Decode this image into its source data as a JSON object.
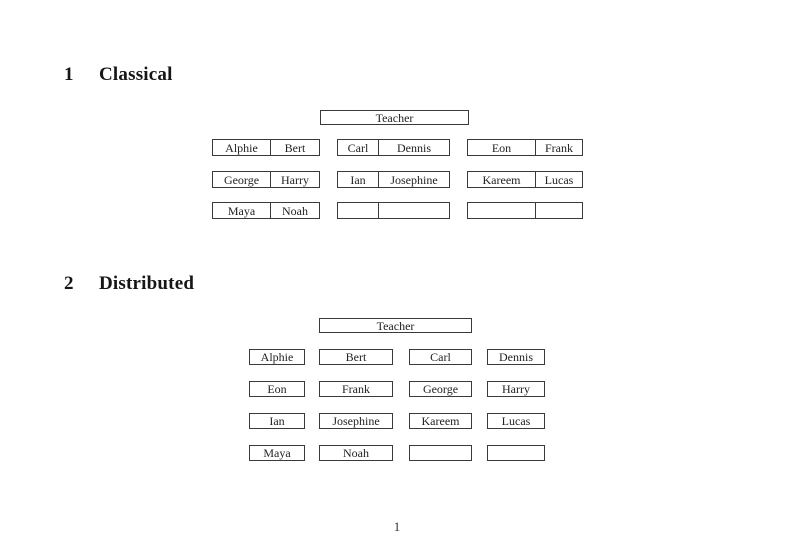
{
  "document": {
    "page_number": "1",
    "sections": [
      {
        "number": "1",
        "title": "Classical"
      },
      {
        "number": "2",
        "title": "Distributed"
      }
    ]
  },
  "classical": {
    "teacher_label": "Teacher",
    "desks": [
      {
        "seats": [
          "Alphie",
          "Bert"
        ]
      },
      {
        "seats": [
          "Carl",
          "Dennis"
        ]
      },
      {
        "seats": [
          "Eon",
          "Frank"
        ]
      },
      {
        "seats": [
          "George",
          "Harry"
        ]
      },
      {
        "seats": [
          "Ian",
          "Josephine"
        ]
      },
      {
        "seats": [
          "Kareem",
          "Lucas"
        ]
      },
      {
        "seats": [
          "Maya",
          "Noah"
        ]
      },
      {
        "seats": [
          "",
          ""
        ]
      },
      {
        "seats": [
          "",
          ""
        ]
      }
    ]
  },
  "distributed": {
    "teacher_label": "Teacher",
    "seats": [
      "Alphie",
      "Bert",
      "Carl",
      "Dennis",
      "Eon",
      "Frank",
      "George",
      "Harry",
      "Ian",
      "Josephine",
      "Kareem",
      "Lucas",
      "Maya",
      "Noah",
      "",
      ""
    ]
  }
}
